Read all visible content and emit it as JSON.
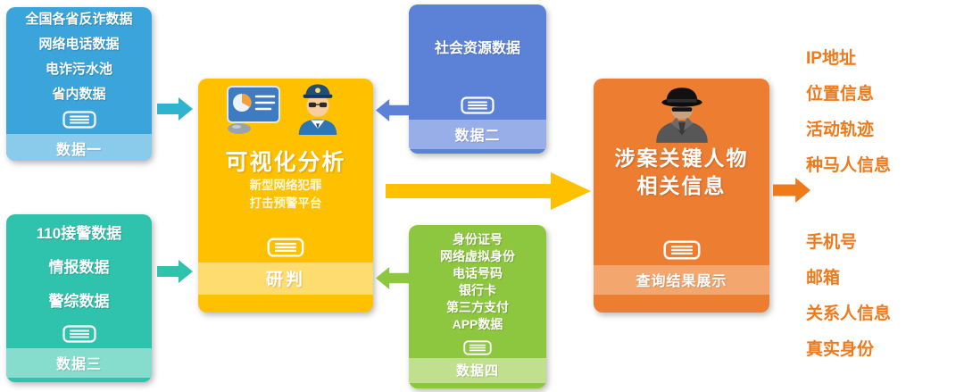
{
  "boxes": {
    "data1": {
      "lines": [
        "全国各省反诈数据",
        "网络电话数据",
        "电诈污水池",
        "省内数据"
      ],
      "label": "数据一"
    },
    "data2": {
      "lines": [
        "社会资源数据"
      ],
      "label": "数据二"
    },
    "data3": {
      "lines": [
        "110接警数据",
        "情报数据",
        "警综数据"
      ],
      "label": "数据三"
    },
    "data4": {
      "lines": [
        "身份证号",
        "网络虚拟身份",
        "电话号码",
        "银行卡",
        "第三方支付",
        "APP数据"
      ],
      "label": "数据四"
    },
    "center": {
      "title": "可视化分析",
      "subtitle": [
        "新型网络犯罪",
        "打击预警平台"
      ],
      "label": "研判"
    },
    "result": {
      "title": [
        "涉案关键人物",
        "相关信息"
      ],
      "label": "查询结果展示"
    }
  },
  "outputs": {
    "group1": [
      "IP地址",
      "位置信息",
      "活动轨迹",
      "种马人信息"
    ],
    "group2": [
      "手机号",
      "邮箱",
      "关系人信息",
      "真实身份"
    ]
  },
  "icons": {
    "list": "list-icon",
    "dashboard": "dashboard-icon",
    "police": "police-officer-icon",
    "detective": "detective-icon"
  },
  "colors": {
    "data1_main": "#3BA4DA",
    "data1_band": "#8ACBEC",
    "data2_main": "#5C82D8",
    "data2_band": "#98AEE8",
    "data3_main": "#2FC3AE",
    "data3_band": "#86DCCD",
    "data4_main": "#8DC63F",
    "data4_band": "#C0E08E",
    "center_main": "#FFC000",
    "center_band": "#FFDC70",
    "result_main": "#ED7D31",
    "result_band": "#F3A76F",
    "arrow_data1": "#2FB4D0",
    "arrow_data2": "#5C82D8",
    "arrow_data3": "#2FC3AE",
    "arrow_data4": "#8DC63F",
    "arrow_center_result": "#FFC000",
    "arrow_result_out": "#F0791A",
    "output_text": "#F0791A",
    "background": "#FFFFFF"
  }
}
